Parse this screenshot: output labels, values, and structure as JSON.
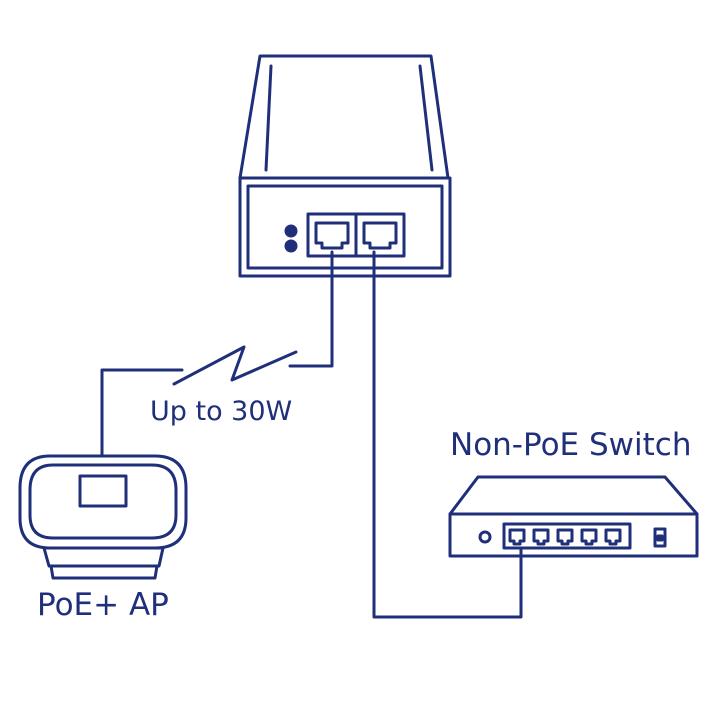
{
  "colors": {
    "stroke": "#1f2f7a",
    "background": "#ffffff"
  },
  "labels": {
    "power": "Up to 30W",
    "switch": "Non-PoE Switch",
    "ap": "PoE+ AP"
  },
  "icons": {
    "injector": "poe-injector-icon",
    "switch": "network-switch-icon",
    "ap": "access-point-icon",
    "power": "lightning-bolt-icon"
  }
}
